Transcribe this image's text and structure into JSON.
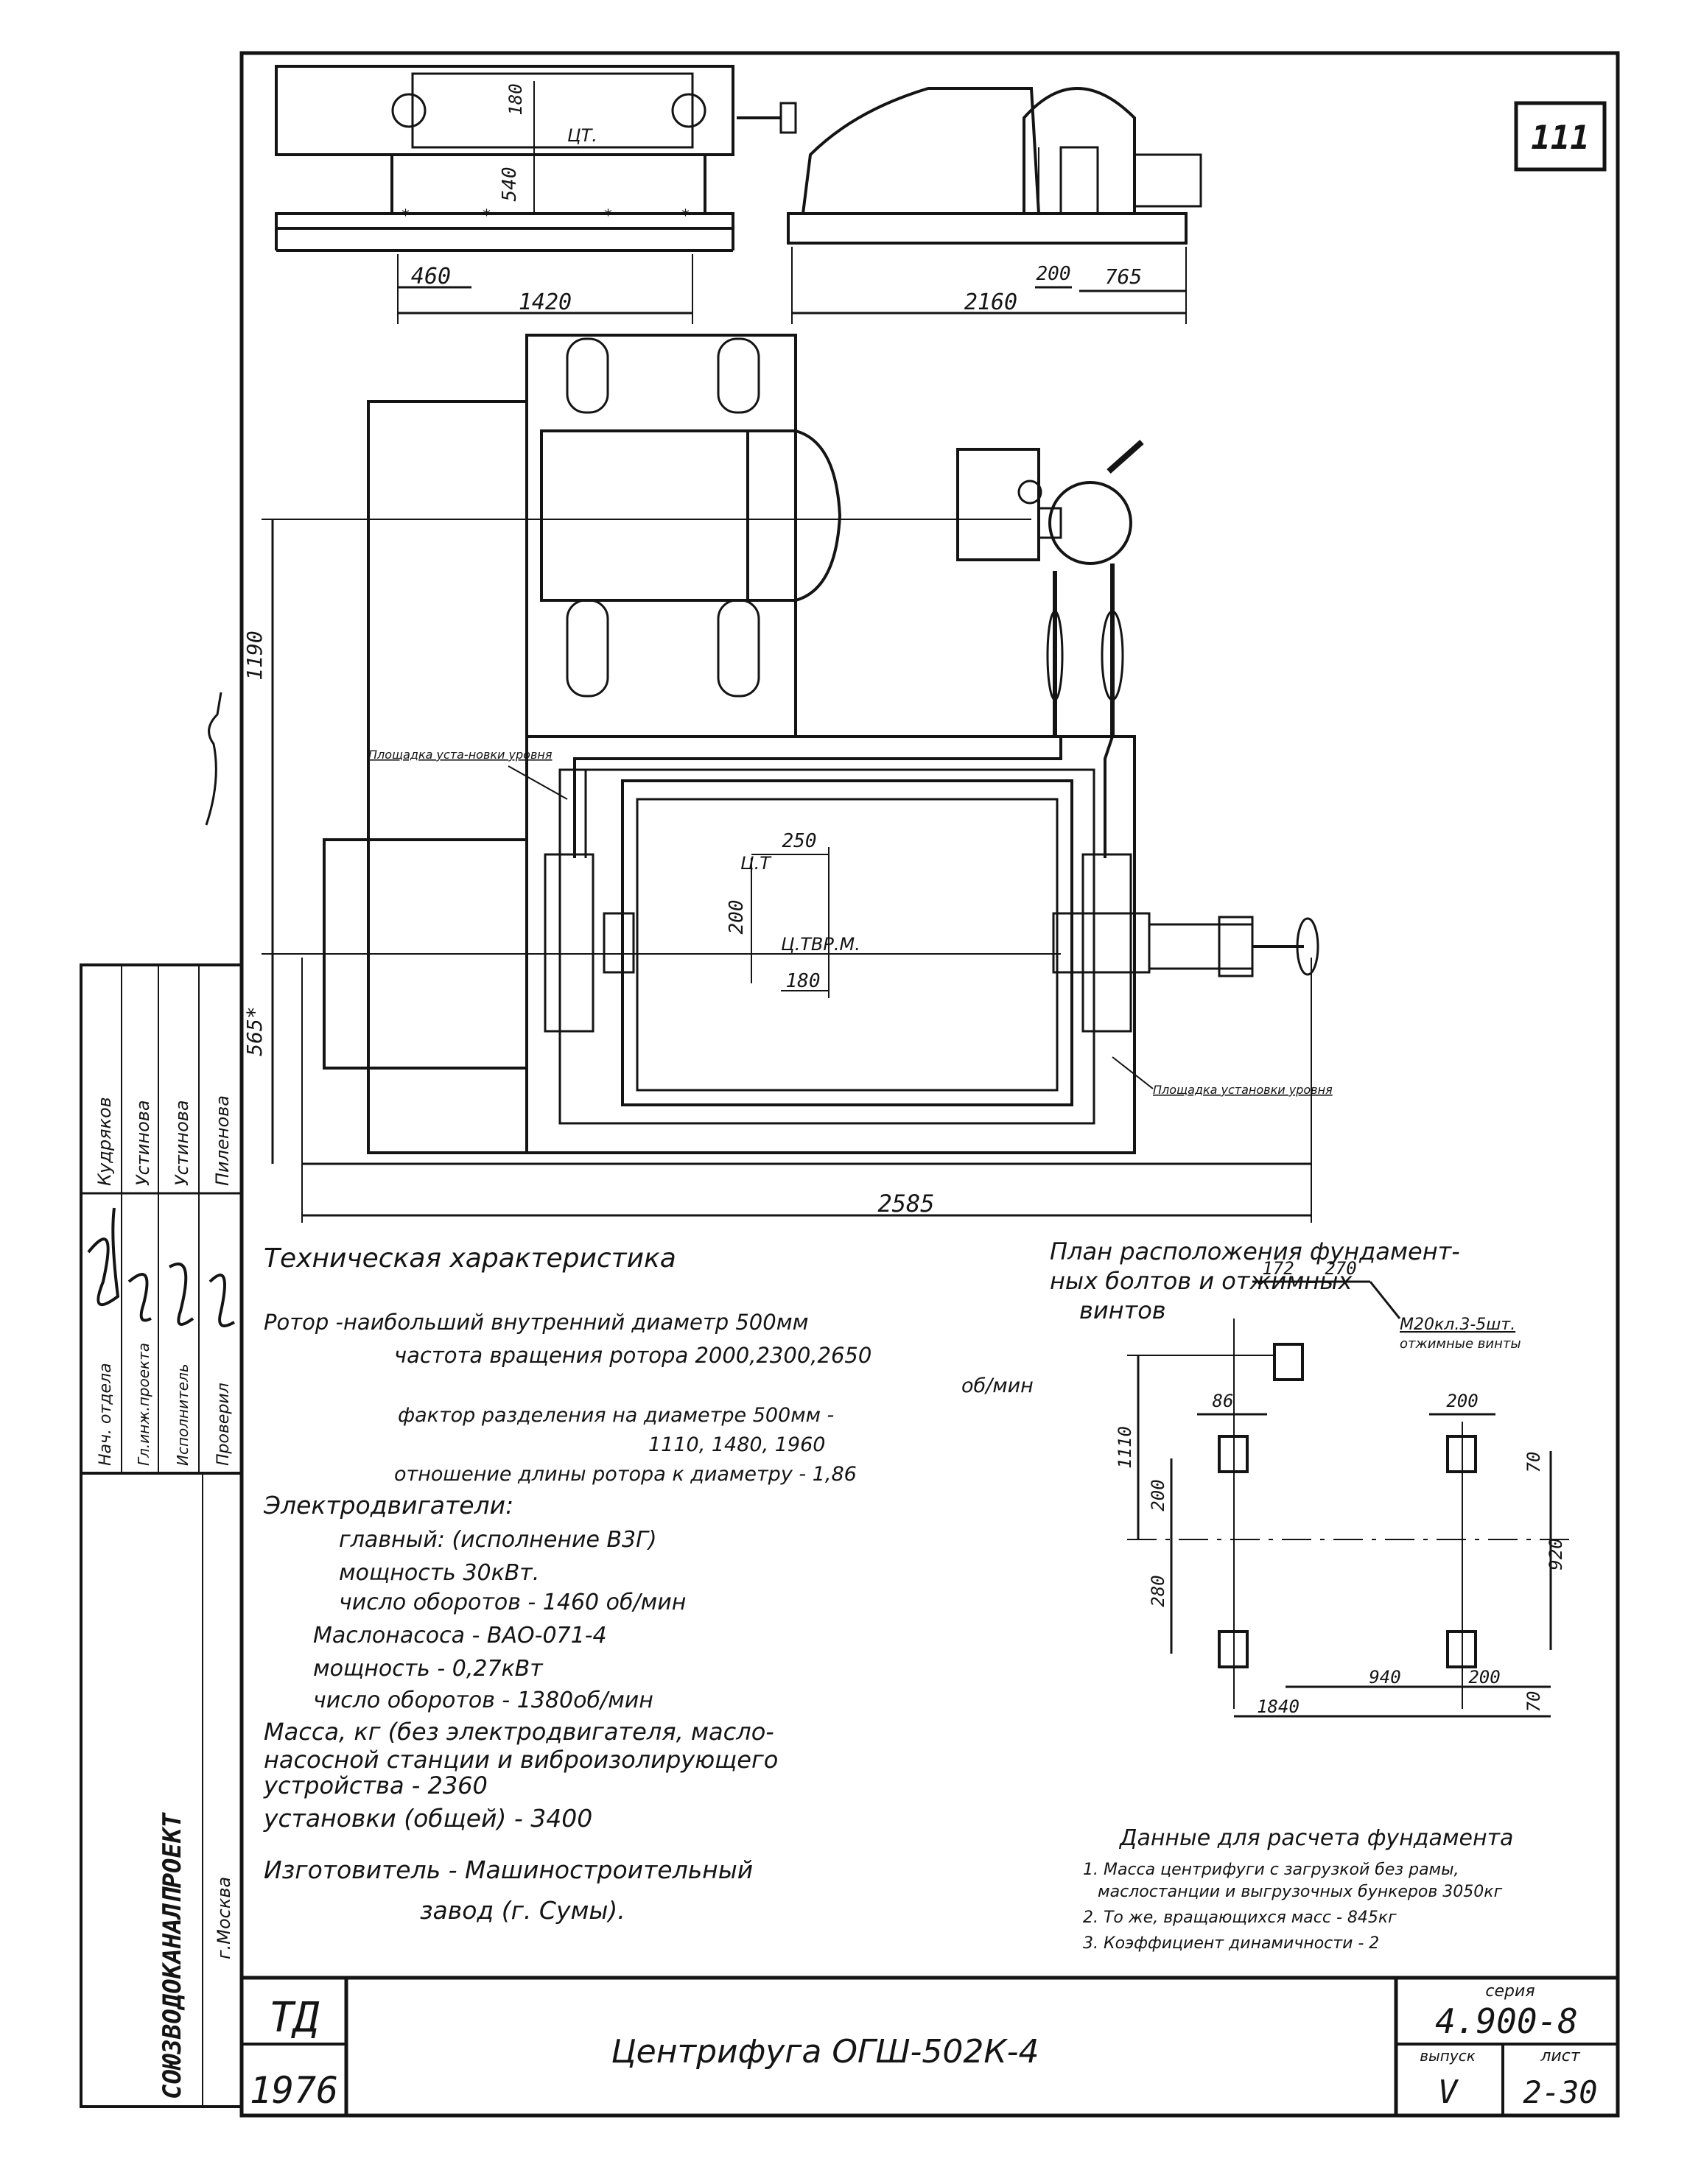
{
  "sheet_number": "111",
  "top_views": {
    "front_dims": [
      "460",
      "1420",
      "540",
      "180"
    ],
    "front_label": "ЦТ.",
    "side_dims": [
      "200",
      "765",
      "2160"
    ]
  },
  "plan_view": {
    "dims": {
      "left_height": "1190",
      "left_lower": "565*",
      "overall_width": "2585",
      "ct_x": "250",
      "ct_y": "200",
      "ctbr_x": "180"
    },
    "labels": {
      "ct": "Ц.Т",
      "ctbr": "Ц.ТВР.М.",
      "level_pad_left": "Площадка уста-новки уровня",
      "level_pad_right": "Площадка установки уровня"
    }
  },
  "tech": {
    "title": "Техническая характеристика",
    "lines": [
      "Ротор -наибольший внутренний диаметр 500мм",
      "частота вращения ротора 2000,2300,2650",
      "об/мин",
      "фактор разделения на диаметре 500мм -",
      "1110, 1480, 1960",
      "отношение длины ротора к диаметру - 1,86",
      "Электродвигатели:",
      "главный: (исполнение В3Г)",
      "мощность 30кВт.",
      "число оборотов - 1460 об/мин",
      "Маслонасоса - ВАО-071-4",
      "мощность - 0,27кВт",
      "число оборотов - 1380об/мин",
      "Масса, кг (без электродвигателя, масло-",
      "насосной станции и виброизолирующего",
      "устройства - 2360",
      "установки (общей) - 3400",
      "Изготовитель - Машиностроительный",
      "завод (г. Сумы)."
    ]
  },
  "bolt_plan": {
    "title": [
      "План расположения фундамент-",
      "ных болтов и отжимных",
      "винтов"
    ],
    "dims": [
      "172",
      "270",
      "1110",
      "86",
      "200",
      "70",
      "200",
      "280",
      "920",
      "940",
      "200",
      "1840",
      "70"
    ],
    "note": [
      "M20кл.3-5шт.",
      "отжимные винты"
    ]
  },
  "foundation": {
    "title": "Данные для расчета фундамента",
    "items": [
      "1. Масса центрифуги с загрузкой без рамы,",
      "маслостанции и выгрузочных бункеров 3050кг",
      "2. То же, вращающихся масс - 845кг",
      "3. Коэффициент динамичности - 2"
    ]
  },
  "side_stamp": {
    "roles": [
      "Нач. отдела",
      "Гл.инж.проекта",
      "Исполнитель",
      "Проверил"
    ],
    "names": [
      "Кудряков",
      "Устинова",
      "Устинова",
      "Пиленова"
    ],
    "org": "СОЮЗВОДОКАНАЛПРОЕКТ",
    "city": "г.Москва"
  },
  "title_block": {
    "td": "ТД",
    "year": "1976",
    "title": "Центрифуга ОГШ-502К-4",
    "seria_label": "серия",
    "seria": "4.900-8",
    "vypusk_label": "выпуск",
    "vypusk": "V",
    "list_label": "лист",
    "list": "2-30"
  },
  "colors": {
    "ink": "#141414",
    "paper": "#ffffff"
  }
}
